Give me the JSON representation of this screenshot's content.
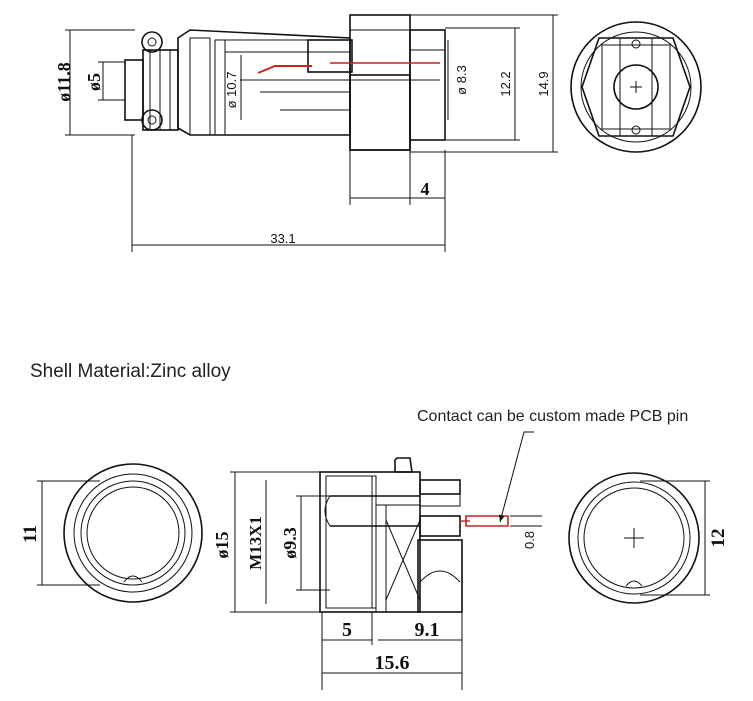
{
  "captions": {
    "shell_material": "Shell Material:Zinc alloy",
    "contact_note": "Contact can be custom made PCB pin"
  },
  "top_view": {
    "dims": {
      "overall_dia": "ø11.8",
      "pin_dia": "ø5",
      "inner_dia": "ø 10.7",
      "sleeve_dia": "ø 8.3",
      "height_12_2": "12.2",
      "height_14_9": "14.9",
      "thread_len": "4",
      "overall_len": "33.1"
    }
  },
  "bottom_view": {
    "dims": {
      "front_dia": "11",
      "flange_dia": "ø15",
      "thread": "M13X1",
      "bore_dia": "ø9.3",
      "pcb_pin": "0.8",
      "rear_dia": "12",
      "flange_len": "5",
      "body_len": "9.1",
      "overall_len": "15.6"
    }
  },
  "colors": {
    "line": "#111111",
    "accent_red": "#cc2222",
    "hatch": "#555555"
  }
}
